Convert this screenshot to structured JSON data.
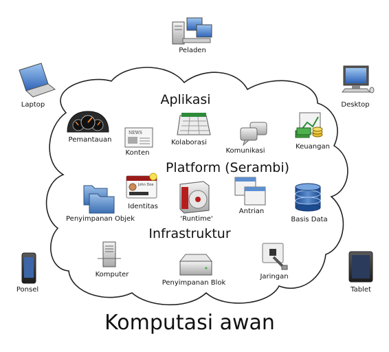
{
  "title": "Komputasi awan",
  "sections": {
    "application": "Aplikasi",
    "platform": "Platform (Serambi)",
    "infrastructure": "Infrastruktur"
  },
  "devices": {
    "server": "Peladen",
    "laptop": "Laptop",
    "desktop": "Desktop",
    "phone": "Ponsel",
    "tablet": "Tablet"
  },
  "application_items": {
    "monitoring": "Pemantauan",
    "content": "Konten",
    "collaboration": "Kolaborasi",
    "communication": "Komunikasi",
    "finance": "Keuangan"
  },
  "platform_items": {
    "object_storage": "Penyimpanan Objek",
    "identity": "Identitas",
    "runtime": "'Runtime'",
    "queue": "Antrian",
    "database": "Basis Data"
  },
  "infrastructure_items": {
    "compute": "Komputer",
    "block_storage": "Penyimpanan Blok",
    "network": "Jaringan"
  },
  "icon_text": {
    "news": "NEWS",
    "id_card_name": "John Doe"
  }
}
